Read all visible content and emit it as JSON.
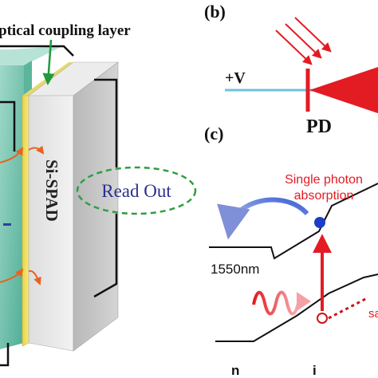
{
  "panel_a": {
    "coupling_label": "ptical coupling layer",
    "spad_label": "Si-SPAD",
    "readout_label": "Read Out"
  },
  "panel_b": {
    "tag": "(b)",
    "voltage_label": "+V",
    "device_label": "PD"
  },
  "panel_c": {
    "tag": "(c)",
    "absorption_label_1": "Single photon",
    "absorption_label_2": "absorption",
    "wavelength_label": "1550nm",
    "region_n": "n",
    "region_i": "i",
    "clipped_label": "sa"
  },
  "colors": {
    "electron": "#1a3fc4",
    "photon_red": "#e31b23",
    "readout_green": "#2f9e44",
    "readout_text": "#2b2f8f",
    "wire_cyan": "#6fc3d6"
  }
}
